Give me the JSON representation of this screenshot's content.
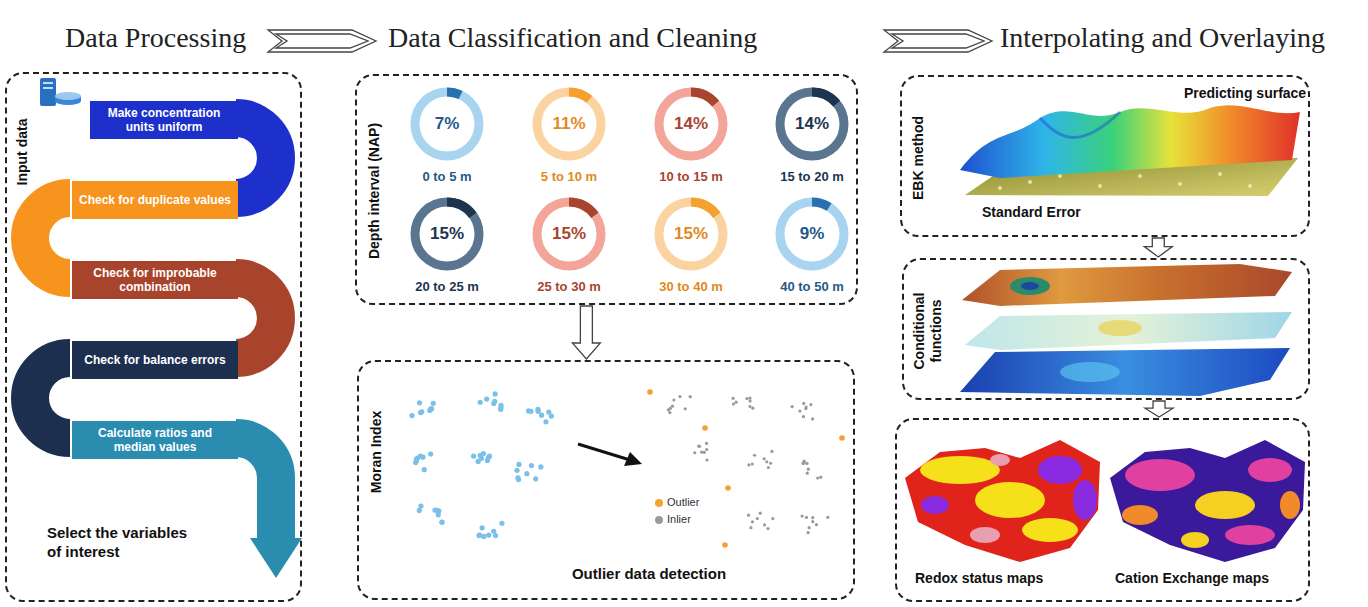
{
  "diagram": {
    "nodes": [
      {
        "text": [
          "Input data",
          "Select the variables of interest"
        ]
      },
      {
        "text": [
          "Make concentration units uniform"
        ],
        "in": 0
      },
      {
        "text": [
          "Check for duplicate values"
        ],
        "in": 0
      },
      {
        "text": [
          "Check for improbable combination"
        ],
        "in": 0
      },
      {
        "text": [
          "Check for balance errors"
        ],
        "in": 0
      },
      {
        "text": [
          "Calculate ratios and median values"
        ],
        "in": 0
      },
      {
        "text": [
          "Depth interval (NAP)"
        ]
      },
      {
        "text": [
          "7%",
          "0 to 5 m"
        ],
        "in": 6
      },
      {
        "text": [
          "11%",
          "5 to 10 m"
        ],
        "in": 6
      },
      {
        "text": [
          "14%",
          "10 to 15 m"
        ],
        "in": 6
      },
      {
        "text": [
          "14%",
          "15 to 20 m"
        ],
        "in": 6
      },
      {
        "text": [
          "15%",
          "20 to 25 m"
        ],
        "in": 6
      },
      {
        "text": [
          "15%",
          "25 to 30 m"
        ],
        "in": 6
      },
      {
        "text": [
          "15%",
          "30 to 40 m"
        ],
        "in": 6
      },
      {
        "text": [
          "9%",
          "40 to 50 m"
        ],
        "in": 6
      },
      {
        "text": [
          "Moran Index",
          "Outlier data detection"
        ]
      },
      {
        "text": [
          "EBK method",
          "Predicting surface",
          "Standard Error"
        ]
      },
      {
        "text": [
          "Conditional functions"
        ]
      },
      {
        "text": [
          "Redox status maps",
          "Cation Exchange maps"
        ]
      }
    ],
    "edges": [
      {
        "from": 6,
        "to": 15,
        "arrow": "to"
      },
      {
        "from": 16,
        "to": 17,
        "arrow": "to"
      },
      {
        "from": 17,
        "to": 18,
        "arrow": "to"
      }
    ],
    "labels": [
      "Data Processing",
      "Data Classification and Cleaning",
      "Interpolating and Overlaying"
    ],
    "legend": [
      {
        "text": "Outlier",
        "color": "#f5a030"
      },
      {
        "text": "Inlier",
        "color": "#9a9a9a"
      }
    ]
  }
}
